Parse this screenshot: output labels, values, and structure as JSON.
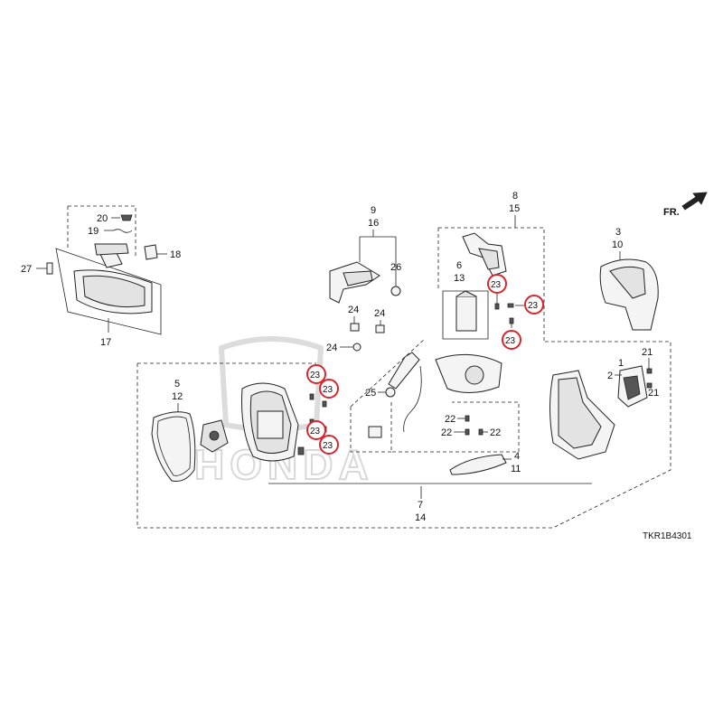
{
  "diagram": {
    "direction_label": "FR.",
    "diagram_code": "TKR1B4301",
    "watermark": "HONDA",
    "highlight_color": "#d9262e",
    "callouts": {
      "c20": "20",
      "c19": "19",
      "c18": "18",
      "c27": "27",
      "c17": "17",
      "c9": "9",
      "c16": "16",
      "c26": "26",
      "c24a": "24",
      "c24b": "24",
      "c24c": "24",
      "c8": "8",
      "c15": "15",
      "c6": "6",
      "c13": "13",
      "c23a": "23",
      "c23b": "23",
      "c23c": "23",
      "c3": "3",
      "c10": "10",
      "c5": "5",
      "c12": "12",
      "c23d": "23",
      "c23e": "23",
      "c23f": "23",
      "c23g": "23",
      "c25": "25",
      "c22a": "22",
      "c22b": "22",
      "c22c": "22",
      "c4": "4",
      "c11": "11",
      "c1": "1",
      "c2": "2",
      "c21a": "21",
      "c21b": "21",
      "c7": "7",
      "c14": "14"
    }
  }
}
